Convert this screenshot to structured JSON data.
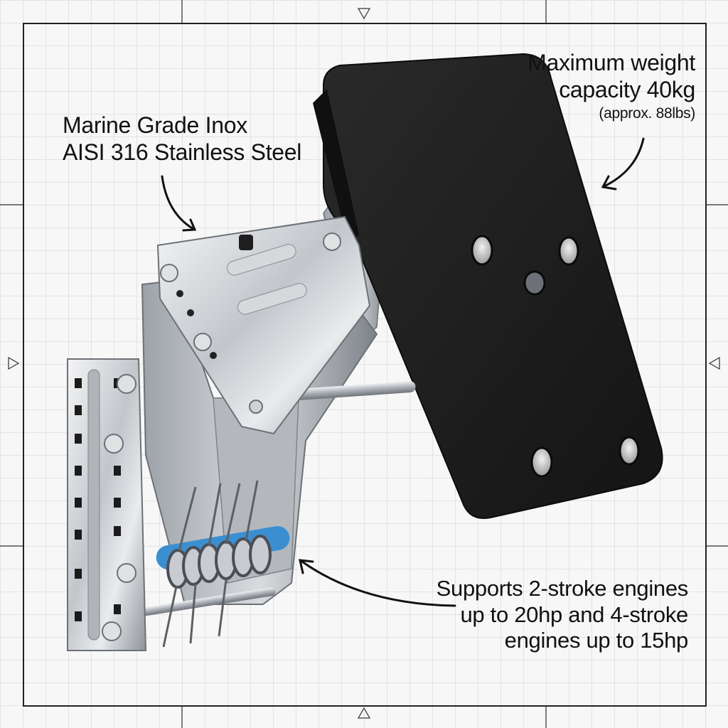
{
  "image": {
    "subject": "outboard-motor-bracket",
    "colors": {
      "background": "#f7f7f7",
      "grid": "#e3e3e3",
      "frame": "#222222",
      "text": "#111111",
      "pad": "#1c1c1c",
      "steel": "#c9ccd0",
      "spring_tube": "#3b8fd0"
    }
  },
  "callouts": {
    "material": {
      "line1": "Marine Grade Inox",
      "line2": "AISI 316 Stainless Steel"
    },
    "capacity": {
      "line1": "Maximum weight",
      "line2": "capacity 40kg",
      "line3": "(approx. 88lbs)"
    },
    "engines": {
      "line1": "Supports 2-stroke engines",
      "line2": "up to 20hp and 4-stroke",
      "line3": "engines up to 15hp"
    }
  }
}
